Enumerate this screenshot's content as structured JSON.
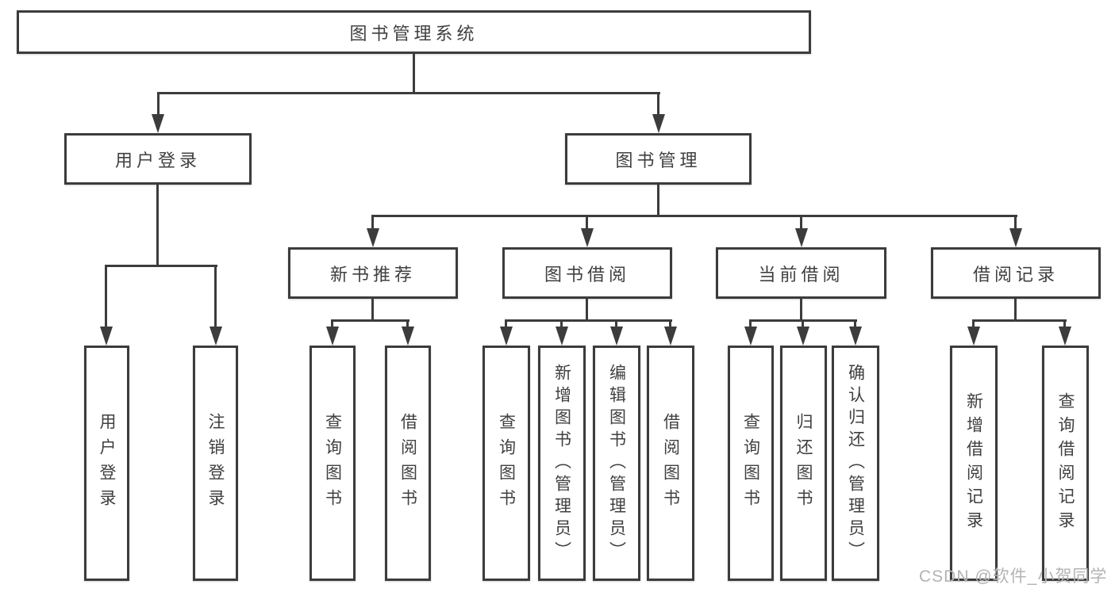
{
  "diagram": {
    "root": {
      "label": "图书管理系统"
    },
    "branches": [
      {
        "label": "用户登录",
        "children": [
          {
            "label": "用户登录"
          },
          {
            "label": "注销登录"
          }
        ]
      },
      {
        "label": "图书管理"
      }
    ],
    "modules": [
      {
        "label": "新书推荐",
        "children": [
          {
            "label": "查询图书"
          },
          {
            "label": "借阅图书"
          }
        ]
      },
      {
        "label": "图书借阅",
        "children": [
          {
            "label": "查询图书"
          },
          {
            "label": "新增图书（管理员）"
          },
          {
            "label": "编辑图书（管理员）"
          },
          {
            "label": "借阅图书"
          }
        ]
      },
      {
        "label": "当前借阅",
        "children": [
          {
            "label": "查询图书"
          },
          {
            "label": "归还图书"
          },
          {
            "label": "确认归还（管理员）"
          }
        ]
      },
      {
        "label": "借阅记录",
        "children": [
          {
            "label": "新增借阅记录"
          },
          {
            "label": "查询借阅记录"
          }
        ]
      }
    ]
  },
  "watermark": {
    "text": "CSDN @软件_小贺同学"
  },
  "colors": {
    "line": "#3c3c3c",
    "text": "#404040",
    "watermark": "#b3b3b3",
    "background": "#ffffff"
  }
}
